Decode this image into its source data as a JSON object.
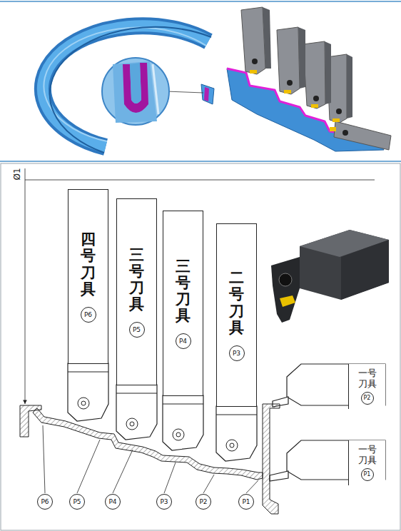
{
  "diagram": {
    "nodes": [
      {
        "text": [
          "四号刀具",
          "P6"
        ]
      },
      {
        "text": [
          "三号刀具",
          "P5"
        ]
      },
      {
        "text": [
          "三号刀具",
          "P4"
        ]
      },
      {
        "text": [
          "二号刀具",
          "P3"
        ]
      },
      {
        "text": [
          "一号 刀具",
          "P2"
        ]
      },
      {
        "text": [
          "一号 刀具",
          "P1"
        ]
      }
    ],
    "labels": [
      "Ø1",
      "P6",
      "P5",
      "P4",
      "P3",
      "P2",
      "P1"
    ]
  }
}
